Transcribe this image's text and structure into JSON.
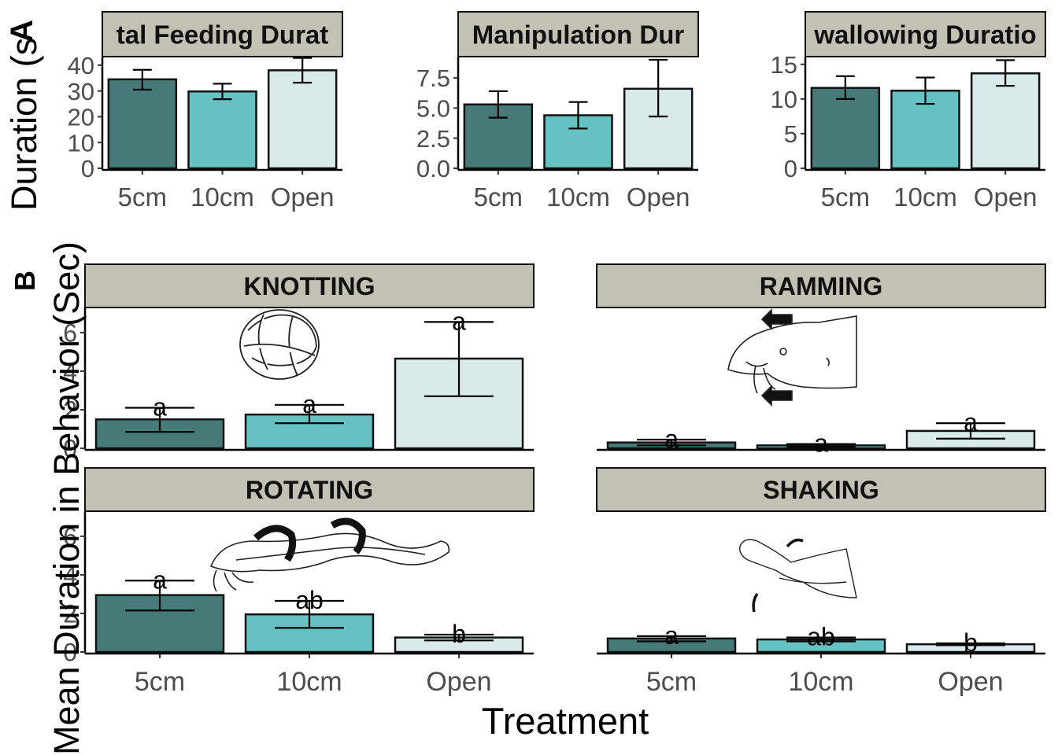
{
  "figure": {
    "panel_labels": [
      "A",
      "B"
    ],
    "xlabel": "Treatment",
    "ylabel": "Mean Duration in Behavior (Sec)",
    "ylabel_top": "Duration (s",
    "colors": {
      "5cm": "#457a78",
      "10cm": "#66c2c2",
      "Open": "#d8eaea",
      "strip": "#c2c2b4"
    }
  },
  "chart_data": [
    {
      "type": "bar",
      "panel": "A",
      "title": "tal Feeding Durat",
      "categories": [
        "5cm",
        "10cm",
        "Open"
      ],
      "values": [
        34.5,
        29.8,
        38.0
      ],
      "error_low": [
        30.5,
        26.8,
        33.2
      ],
      "error_high": [
        38.2,
        32.8,
        42.8
      ],
      "yticks": [
        "0",
        "10",
        "20",
        "30",
        "40"
      ],
      "ylim": [
        0,
        43
      ]
    },
    {
      "type": "bar",
      "panel": "A",
      "title": "Manipulation Dur",
      "categories": [
        "5cm",
        "10cm",
        "Open"
      ],
      "values": [
        5.3,
        4.4,
        6.6
      ],
      "error_low": [
        4.2,
        3.3,
        4.3
      ],
      "error_high": [
        6.4,
        5.5,
        9.0
      ],
      "yticks": [
        "0.0",
        "2.5",
        "5.0",
        "7.5"
      ],
      "ylim": [
        0,
        9.2
      ]
    },
    {
      "type": "bar",
      "panel": "A",
      "title": "wallowing Duratio",
      "categories": [
        "5cm",
        "10cm",
        "Open"
      ],
      "values": [
        11.6,
        11.2,
        13.7
      ],
      "error_low": [
        10.0,
        9.3,
        11.9
      ],
      "error_high": [
        13.3,
        13.1,
        15.6
      ],
      "yticks": [
        "0",
        "5",
        "10",
        "15"
      ],
      "ylim": [
        0,
        16
      ]
    },
    {
      "type": "bar",
      "panel": "B",
      "title": "KNOTTING",
      "categories": [
        "5cm",
        "10cm",
        "Open"
      ],
      "values": [
        1.5,
        1.75,
        4.65
      ],
      "error_low": [
        0.85,
        1.3,
        2.7
      ],
      "error_high": [
        2.1,
        2.25,
        6.55
      ],
      "labels": [
        "a",
        "a",
        "a"
      ],
      "yticks": [
        "0",
        "2",
        "4",
        "6"
      ],
      "ylim": [
        0,
        7.3
      ]
    },
    {
      "type": "bar",
      "panel": "B",
      "title": "RAMMING",
      "categories": [
        "5cm",
        "10cm",
        "Open"
      ],
      "values": [
        0.3,
        0.15,
        0.9
      ],
      "error_low": [
        0.15,
        0.08,
        0.5
      ],
      "error_high": [
        0.45,
        0.22,
        1.3
      ],
      "labels": [
        "a",
        "a",
        "a"
      ],
      "yticks": [],
      "ylim": [
        0,
        7.3
      ]
    },
    {
      "type": "bar",
      "panel": "B",
      "title": "ROTATING",
      "categories": [
        "5cm",
        "10cm",
        "Open"
      ],
      "values": [
        2.95,
        1.95,
        0.75
      ],
      "error_low": [
        2.15,
        1.25,
        0.6
      ],
      "error_high": [
        3.7,
        2.65,
        0.9
      ],
      "labels": [
        "a",
        "ab",
        "b"
      ],
      "yticks": [
        "0",
        "2",
        "4",
        "6"
      ],
      "ylim": [
        0,
        7.3
      ]
    },
    {
      "type": "bar",
      "panel": "B",
      "title": "SHAKING",
      "categories": [
        "5cm",
        "10cm",
        "Open"
      ],
      "values": [
        0.7,
        0.65,
        0.4
      ],
      "error_low": [
        0.55,
        0.55,
        0.35
      ],
      "error_high": [
        0.82,
        0.75,
        0.45
      ],
      "labels": [
        "a",
        "ab",
        "b"
      ],
      "yticks": [],
      "ylim": [
        0,
        7.3
      ]
    }
  ]
}
